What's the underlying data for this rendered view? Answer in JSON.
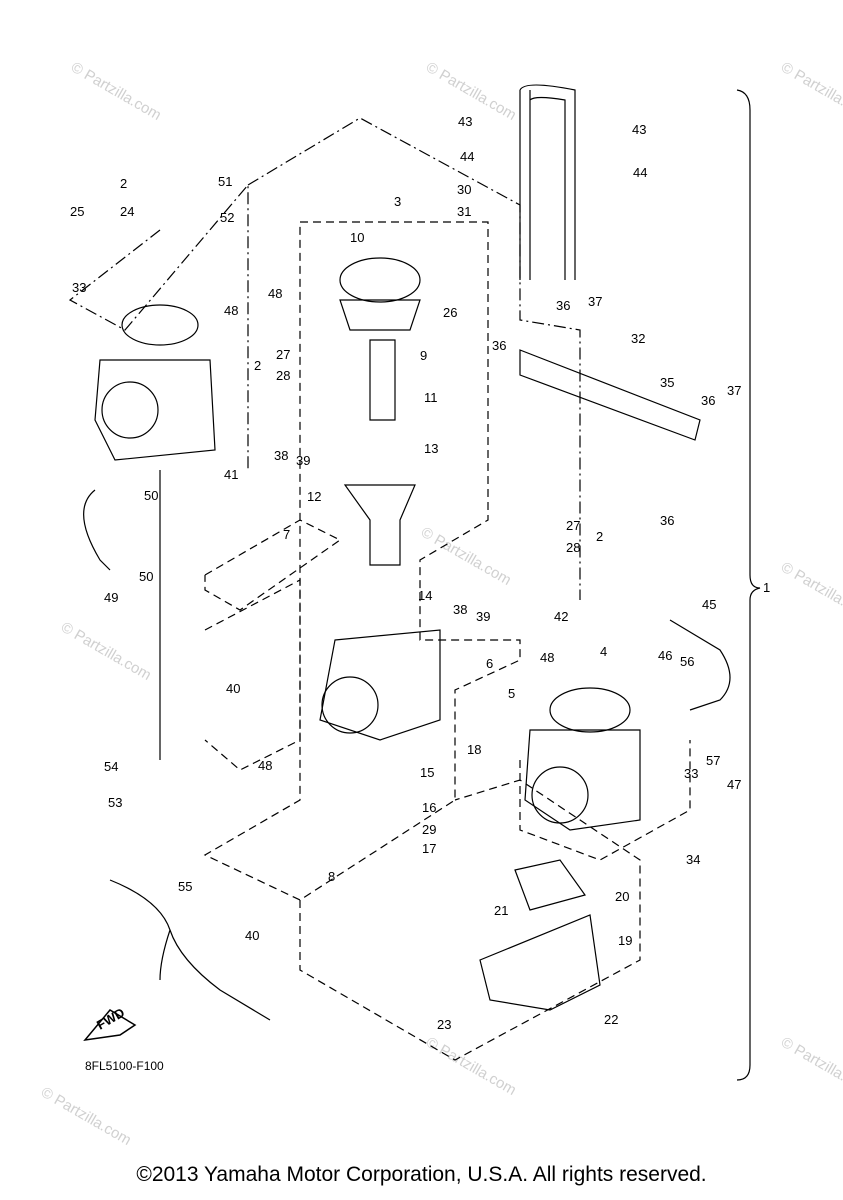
{
  "diagram_code": "8FL5100-F100",
  "fwd_label": "FWD",
  "copyright": "©2013 Yamaha Motor Corporation, U.S.A. All rights reserved.",
  "watermark": "© Partzilla.com",
  "callouts": [
    "2",
    "24",
    "25",
    "51",
    "52",
    "3",
    "30",
    "31",
    "10",
    "43",
    "43",
    "44",
    "44",
    "33",
    "48",
    "48",
    "26",
    "9",
    "2",
    "27",
    "28",
    "36",
    "37",
    "32",
    "36",
    "35",
    "36",
    "37",
    "11",
    "13",
    "38",
    "39",
    "41",
    "50",
    "12",
    "36",
    "27",
    "28",
    "2",
    "7",
    "50",
    "49",
    "38",
    "39",
    "42",
    "48",
    "14",
    "45",
    "1",
    "4",
    "40",
    "6",
    "5",
    "46",
    "56",
    "18",
    "48",
    "54",
    "15",
    "57",
    "47",
    "33",
    "53",
    "16",
    "29",
    "17",
    "34",
    "8",
    "20",
    "21",
    "19",
    "40",
    "55",
    "23",
    "22"
  ],
  "colors": {
    "line": "#000000",
    "watermark": "#d0d0d0"
  }
}
